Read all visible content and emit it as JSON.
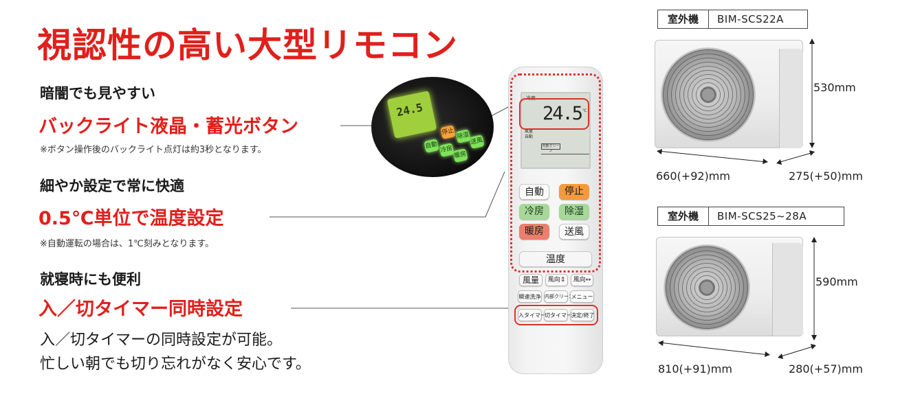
{
  "title": "視認性の高い大型リモコン",
  "features": [
    {
      "heading": "暗闇でも見やすい",
      "highlight": "バックライト液晶・蓄光ボタン",
      "note": "※ボタン操作後のバックライト点灯は約3秒となります。"
    },
    {
      "heading": "細やか設定で常に快適",
      "highlight": "0.5℃単位で温度設定",
      "note": "※自動運転の場合は、1℃刻みとなります。"
    },
    {
      "heading": "就寝時にも便利",
      "highlight": "入／切タイマー同時設定",
      "desc_line1": "入／切タイマーの同時設定が可能。",
      "desc_line2": "忙しい朝でも切り忘れがなく安心です。"
    }
  ],
  "backlit_remote": {
    "display_temp": "24.5",
    "buttons": [
      "停止",
      "自動",
      "除湿",
      "冷房",
      "送風",
      "暖房"
    ]
  },
  "remote": {
    "lcd": {
      "mode": "冷房",
      "temp": "24.5",
      "unit": "℃",
      "small_left_1": "風量",
      "small_left_2": "自動",
      "small_box": "内部クリーン"
    },
    "buttons": {
      "auto": "自動",
      "stop": "停止",
      "cool": "冷房",
      "dry": "除湿",
      "heat": "暖房",
      "fan": "送風",
      "temp": "温度",
      "fan_speed": "風量",
      "louver_v": "風向⇕",
      "louver_h": "風向↔",
      "quick_clean": "瞬速洗浄",
      "internal_clean": "内部クリーン",
      "menu": "メニュー",
      "on_timer": "入タイマー",
      "off_timer": "切タイマー",
      "confirm": "決定/終了"
    }
  },
  "units": [
    {
      "label": "室外機",
      "model": "BIM-SCS22A",
      "height": "530mm",
      "width": "660(+92)mm",
      "depth": "275(+50)mm"
    },
    {
      "label": "室外機",
      "model": "BIM-SCS25~28A",
      "height": "590mm",
      "width": "810(+91)mm",
      "depth": "280(+57)mm"
    }
  ],
  "colors": {
    "accent_red": "#e0201c",
    "backlight_green": "#9fcf3c",
    "button_orange": "#f39a3c",
    "button_green": "#a6d89a",
    "button_salmon": "#ea7f6b"
  }
}
